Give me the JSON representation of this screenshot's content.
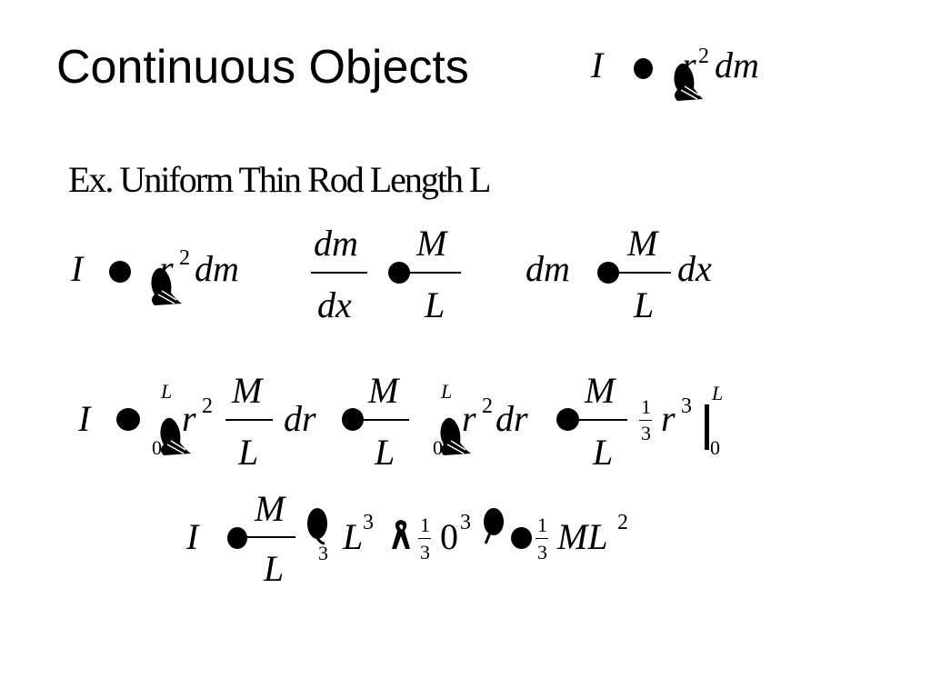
{
  "title": "Continuous Objects",
  "subtitle": "Ex. Uniform  Thin  Rod Length  L",
  "header_eq": {
    "I": "I",
    "r": "r",
    "exp": "2",
    "dm": "dm"
  },
  "eq1": {
    "I": "I",
    "r": "r",
    "exp": "2",
    "dm": "dm"
  },
  "eq2": {
    "num": "dm",
    "den": "dx",
    "M": "M",
    "L": "L"
  },
  "eq3": {
    "dm": "dm",
    "M": "M",
    "L": "L",
    "dx": "dx"
  },
  "eq4": {
    "I": "I",
    "upper1": "L",
    "lower1": "0",
    "r1": "r",
    "exp1": "2",
    "M1": "M",
    "L1": "L",
    "dr1": "dr",
    "M2": "M",
    "L2": "L",
    "upper2": "L",
    "lower2": "0",
    "r2": "r",
    "exp2": "2",
    "dr2": "dr",
    "M3": "M",
    "L3": "L",
    "one": "1",
    "three": "3",
    "r3": "r",
    "exp3": "3",
    "upper3": "L",
    "lower3": "0"
  },
  "eq5": {
    "I": "I",
    "M": "M",
    "L": "L",
    "three_a": "3",
    "L2": "L",
    "exp_a": "3",
    "one_b": "1",
    "three_b": "3",
    "zero": "0",
    "exp_b": "3",
    "one_c": "1",
    "three_c": "3",
    "ML": "ML",
    "exp_c": "2"
  },
  "icons": {
    "equals": "filled-circle-glyph",
    "integral": "chipmunk-glyph",
    "minus": "ribbon-glyph",
    "paren": "blob-glyph"
  }
}
